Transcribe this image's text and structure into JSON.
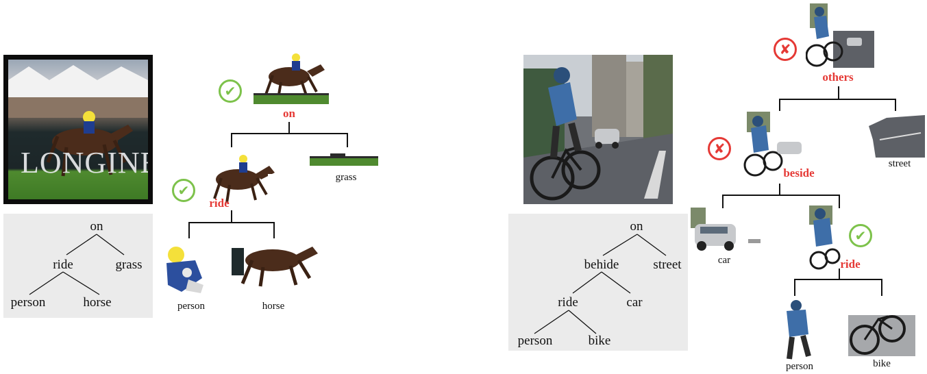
{
  "left": {
    "tree": {
      "root": "on",
      "mid": "ride",
      "right": "grass",
      "leaf1": "person",
      "leaf2": "horse"
    },
    "hier": {
      "root_rel": "on",
      "root_status": "check-icon",
      "mid_rel": "ride",
      "mid_status": "check-icon",
      "grass": "grass",
      "person": "person",
      "horse": "horse"
    },
    "photo_overlay_text": "LONGINES"
  },
  "right": {
    "tree": {
      "root": "on",
      "mid": "behide",
      "right": "street",
      "mid_right": "car",
      "low": "ride",
      "leaf1": "person",
      "leaf2": "bike"
    },
    "hier": {
      "top_rel": "others",
      "top_status": "cross-icon",
      "mid_rel": "beside",
      "mid_status": "cross-icon",
      "low_rel": "ride",
      "low_status": "check-icon",
      "street": "street",
      "car": "car",
      "person": "person",
      "bike": "bike"
    }
  },
  "icons": {
    "check": "✔",
    "cross": "✘"
  },
  "colors": {
    "relation": "#e53935",
    "check": "#7dc24b",
    "cross": "#e53935",
    "panel": "#ebebeb"
  }
}
